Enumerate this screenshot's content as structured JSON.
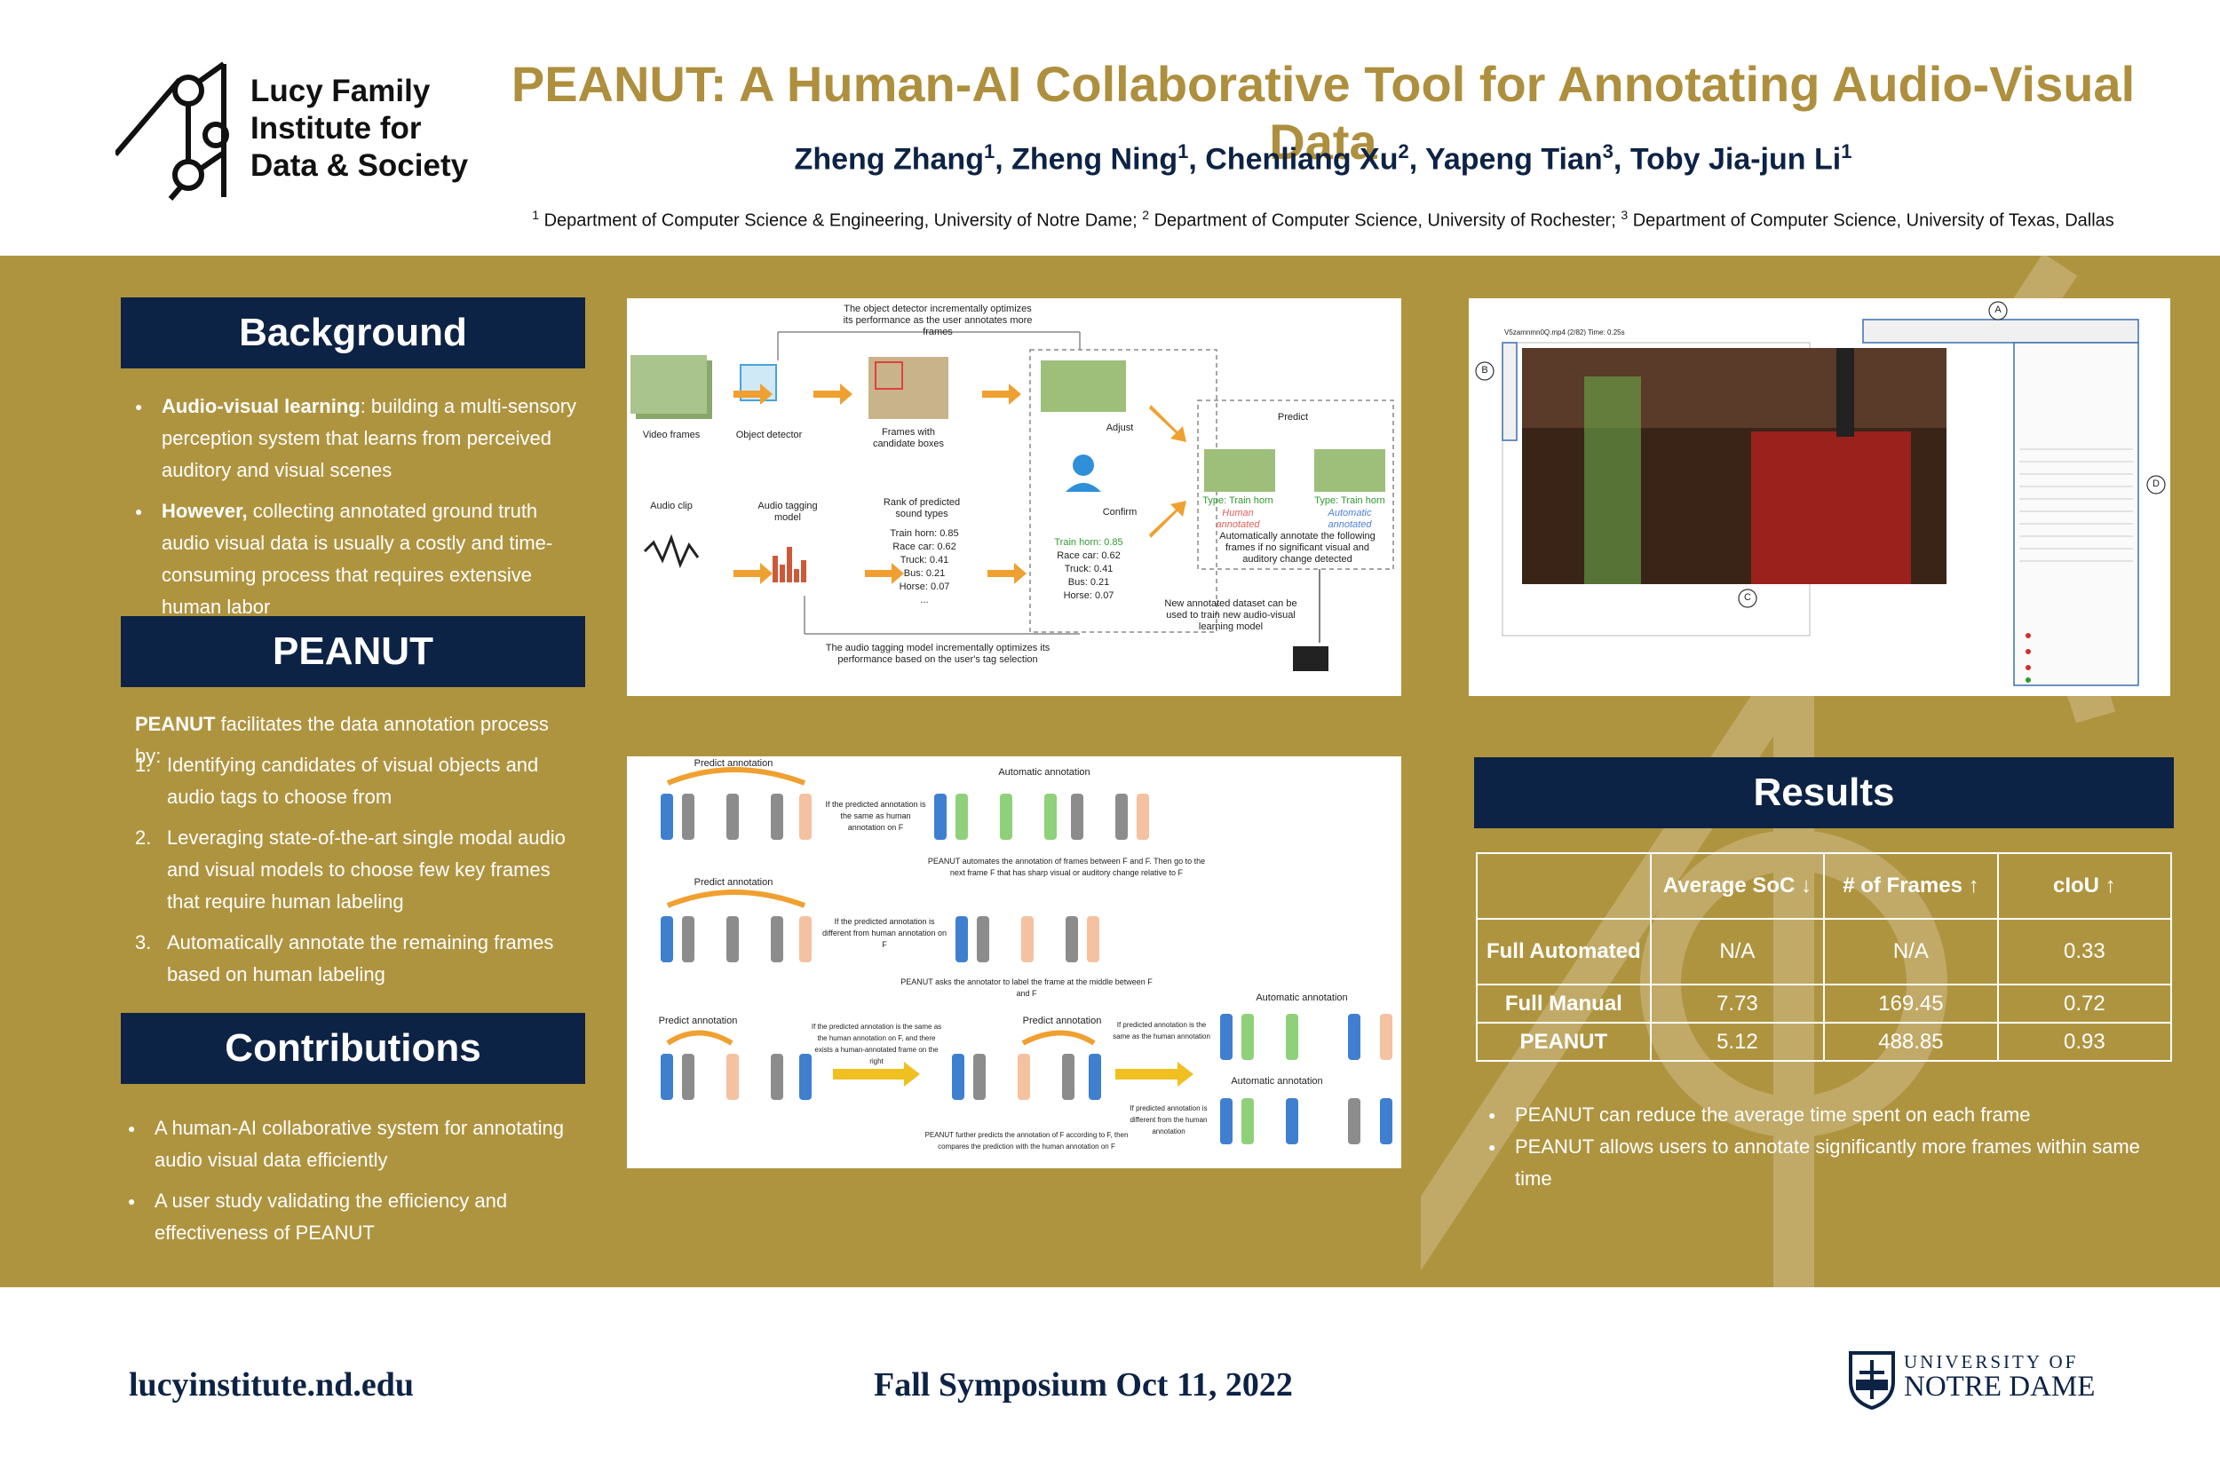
{
  "header": {
    "logo_lines": [
      "Lucy Family",
      "Institute for",
      "Data & Society"
    ],
    "title": "PEANUT: A Human-AI Collaborative Tool for Annotating Audio-Visual Data",
    "authors": [
      {
        "name": "Zheng Zhang",
        "sup": "1"
      },
      {
        "name": "Zheng Ning",
        "sup": "1"
      },
      {
        "name": "Chenliang Xu",
        "sup": "2"
      },
      {
        "name": "Yapeng Tian",
        "sup": "3"
      },
      {
        "name": "Toby Jia-jun Li",
        "sup": "1"
      }
    ],
    "affiliations": [
      {
        "sup": "1",
        "text": "Department of Computer Science & Engineering, University of Notre Dame;"
      },
      {
        "sup": "2",
        "text": "Department of Computer Science, University of Rochester;"
      },
      {
        "sup": "3",
        "text": "Department of Computer Science, University of Texas, Dallas"
      }
    ]
  },
  "background": {
    "heading": "Background",
    "items": [
      {
        "bold": "Audio-visual learning",
        "text": ": building a multi-sensory perception system that learns from perceived auditory and visual scenes"
      },
      {
        "bold": "However,",
        "text": " collecting annotated ground truth audio visual data is usually a costly and time-consuming process that requires extensive human labor"
      }
    ]
  },
  "peanut": {
    "heading": "PEANUT",
    "intro_bold": "PEANUT",
    "intro_text": " facilitates the data annotation process by:",
    "items": [
      {
        "num": "1.",
        "text": "Identifying candidates of visual objects and audio tags to choose from"
      },
      {
        "num": "2.",
        "text": "Leveraging state-of-the-art single modal audio and visual models to choose few  key frames that require human labeling"
      },
      {
        "num": "3.",
        "text": "Automatically annotate the remaining frames based on human labeling"
      }
    ]
  },
  "contributions": {
    "heading": "Contributions",
    "items": [
      "A human-AI collaborative system for annotating audio visual data efficiently",
      "A user study validating the efficiency and effectiveness of PEANUT"
    ]
  },
  "figure_pipeline": {
    "top_note": "The object detector incrementally optimizes its performance as the user annotates more frames",
    "video_frames": "Video frames",
    "object_detector": "Object detector",
    "candidate_boxes": "Frames with candidate boxes",
    "adjust": "Adjust",
    "confirm": "Confirm",
    "predict": "Predict",
    "audio_clip": "Audio clip",
    "audio_tagging": "Audio tagging model",
    "rank_title": "Rank of predicted sound types",
    "rank_items": [
      "Train horn:  0.85",
      "Race car: 0.62",
      "Truck: 0.41",
      "Bus: 0.21",
      "Horse: 0.07",
      "..."
    ],
    "confirmed_items": [
      "Train horn:  0.85",
      "Race car: 0.62",
      "Truck: 0.41",
      "Bus: 0.21",
      "Horse: 0.07"
    ],
    "type_human": "Type: Train horn",
    "human_annotated": "Human annotated",
    "type_auto": "Type: Train horn",
    "auto_annotated": "Automatic annotated",
    "auto_note": "Automatically annotate the following frames if no significant visual and auditory change detected",
    "bottom_note": "The audio tagging model incrementally optimizes its performance based on the user's tag selection",
    "new_dataset": "New annotated dataset can be used to train new audio-visual learning model"
  },
  "figure_ui": {
    "file_label": "V5zamnmn0Q.mp4 (2/82) Time: 0.25s",
    "labels": [
      "A",
      "B",
      "C",
      "D"
    ]
  },
  "figure_strategy": {
    "predict_annotation": "Predict annotation",
    "automatic_annotation": "Automatic annotation",
    "case1": "If the predicted annotation is the same as human annotation on F",
    "case1_note": "PEANUT automates the annotation of frames between F and F. Then go to the next frame F that has sharp visual or auditory change relative to F",
    "case2": "If the predicted annotation is different from human annotation on F",
    "case2_note": "PEANUT asks the annotator to label the frame at the middle between F and F",
    "case3": "If the predicted annotation is the same as the human annotation on F, and there exists a human-annotated frame on the right",
    "case3_note": "PEANUT further predicts the annotation of F according to F, then compares the prediction with the human annotation on F",
    "case3a": "If predicted annotation is the same as the human annotation",
    "case3b": "If predicted annotation is different from the human annotation"
  },
  "results": {
    "heading": "Results",
    "columns": [
      "",
      "Average SoC ↓",
      "# of Frames ↑",
      "cIoU ↑"
    ],
    "rows": [
      {
        "label": "Full Automated",
        "soc": "N/A",
        "frames": "N/A",
        "ciou": "0.33"
      },
      {
        "label": "Full Manual",
        "soc": "7.73",
        "frames": "169.45",
        "ciou": "0.72"
      },
      {
        "label": "PEANUT",
        "soc": "5.12",
        "frames": "488.85",
        "ciou": "0.93"
      }
    ],
    "bullets": [
      "PEANUT can reduce the average time spent on each frame",
      "PEANUT allows users to annotate significantly more frames within same time"
    ]
  },
  "footer": {
    "website": "lucyinstitute.nd.edu",
    "event": "Fall Symposium Oct 11, 2022",
    "nd_line1": "UNIVERSITY OF",
    "nd_line2": "NOTRE DAME"
  },
  "colors": {
    "gold": "#af9440",
    "title_gold": "#ae8f3d",
    "navy": "#0d2345"
  }
}
